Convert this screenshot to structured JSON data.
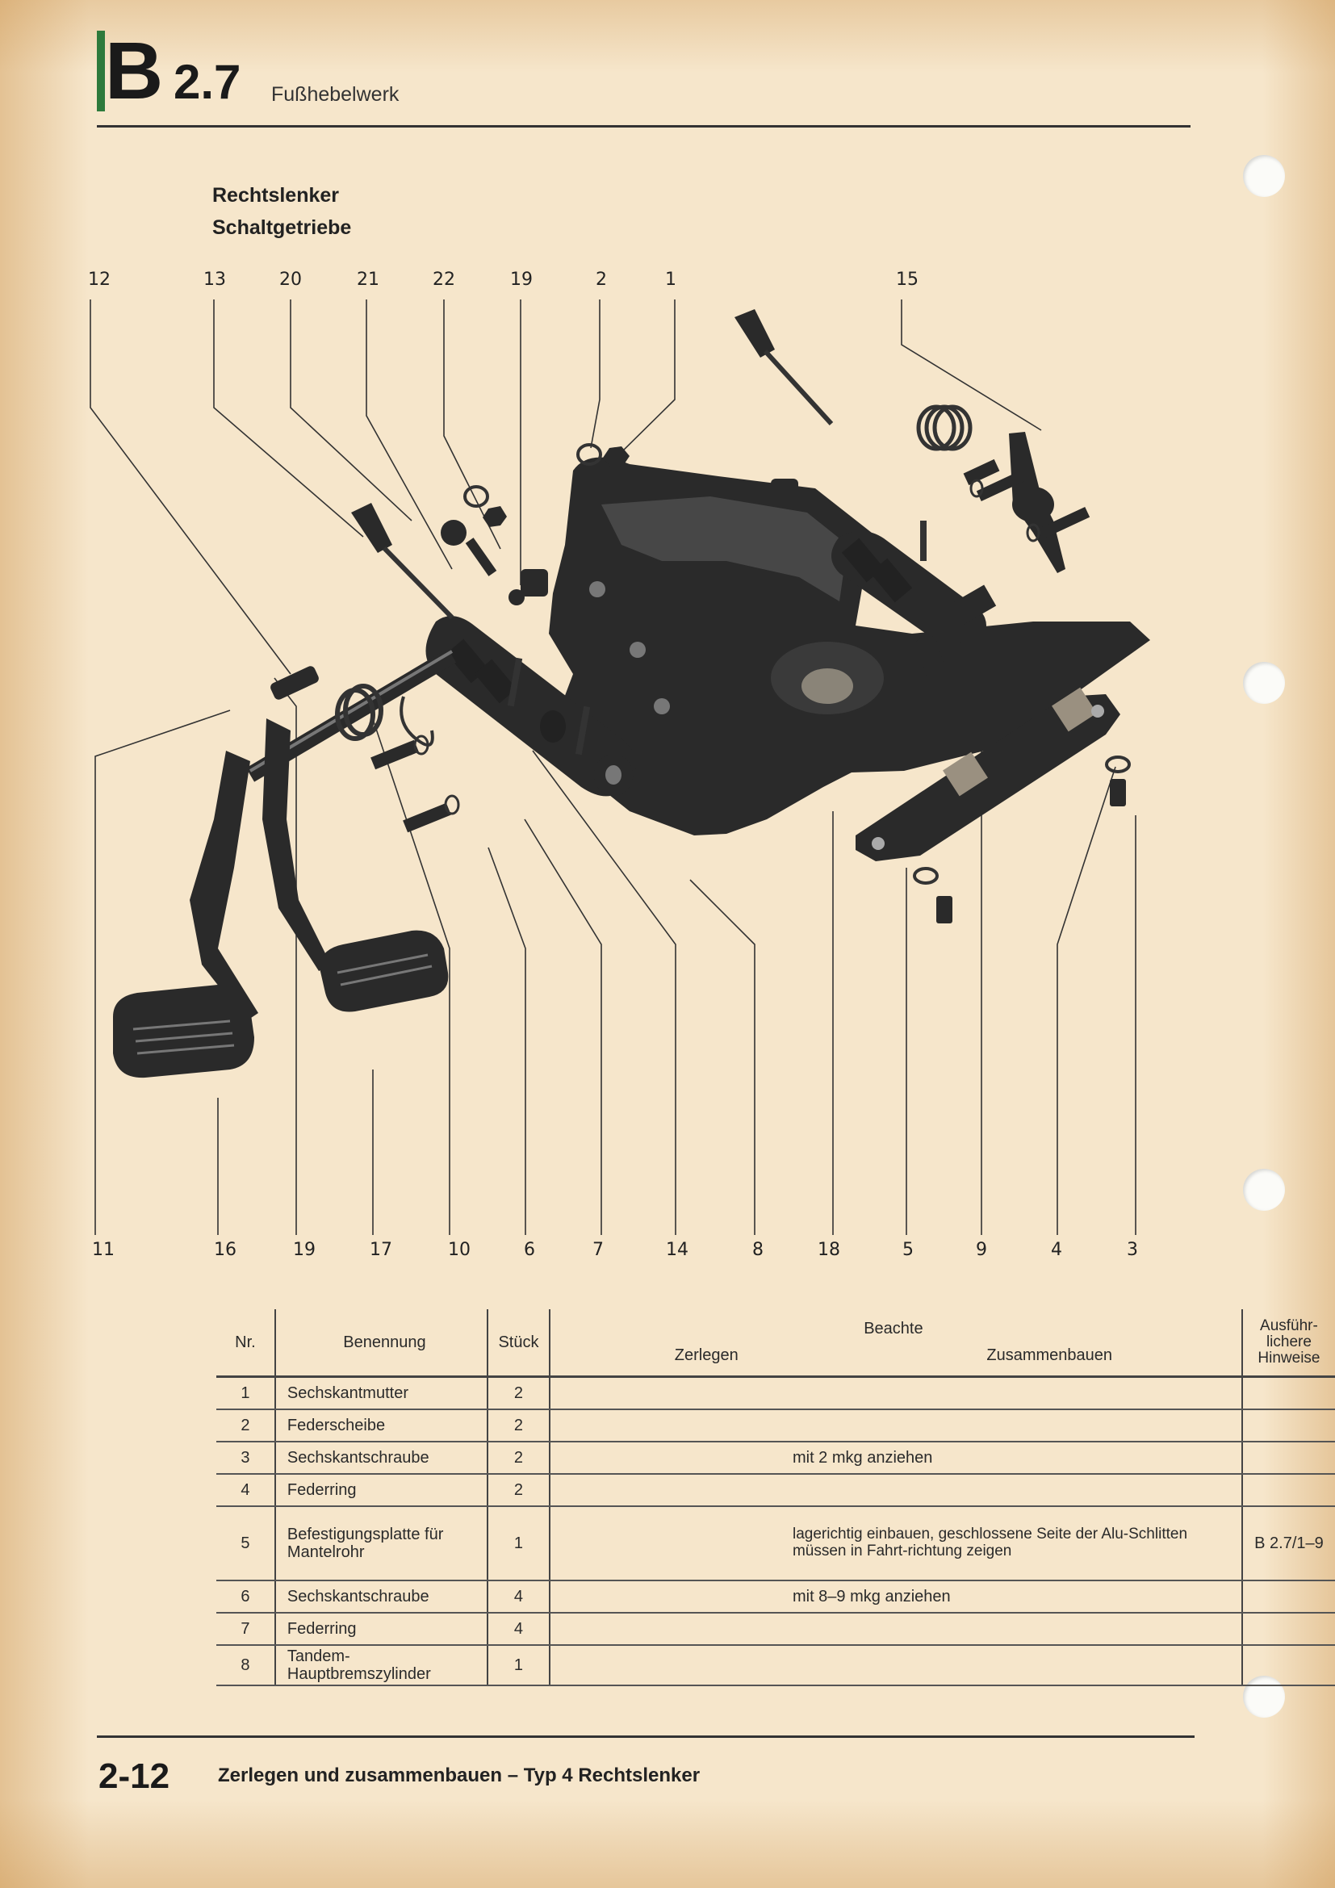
{
  "header": {
    "section_letter": "B",
    "section_number": "2.7",
    "section_title": "Fußhebelwerk"
  },
  "subheadings": [
    "Rechtslenker",
    "Schaltgetriebe"
  ],
  "diagram": {
    "top_callouts": [
      "12",
      "13",
      "20",
      "21",
      "22",
      "19",
      "2",
      "1",
      "15"
    ],
    "bottom_callouts": [
      "11",
      "16",
      "19",
      "17",
      "10",
      "6",
      "7",
      "14",
      "8",
      "18",
      "5",
      "9",
      "4",
      "3"
    ]
  },
  "table": {
    "headers": {
      "nr": "Nr.",
      "name": "Benennung",
      "qty": "Stück",
      "note": "Beachte",
      "disassemble": "Zerlegen",
      "assemble": "Zusammenbauen",
      "ref": "Ausführ-\nlichere\nHinweise"
    },
    "rows": [
      {
        "nr": "1",
        "name": "Sechskantmutter",
        "qty": "2",
        "note": "",
        "ref": ""
      },
      {
        "nr": "2",
        "name": "Federscheibe",
        "qty": "2",
        "note": "",
        "ref": ""
      },
      {
        "nr": "3",
        "name": "Sechskantschraube",
        "qty": "2",
        "note": "mit 2 mkg anziehen",
        "ref": ""
      },
      {
        "nr": "4",
        "name": "Federring",
        "qty": "2",
        "note": "",
        "ref": ""
      },
      {
        "nr": "5",
        "name": "Befestigungsplatte für Mantelrohr",
        "qty": "1",
        "note": "lagerichtig einbauen, geschlossene Seite der Alu-Schlitten müssen in Fahrt-richtung zeigen",
        "ref": "B 2.7/1–9"
      },
      {
        "nr": "6",
        "name": "Sechskantschraube",
        "qty": "4",
        "note": "mit 8–9 mkg anziehen",
        "ref": ""
      },
      {
        "nr": "7",
        "name": "Federring",
        "qty": "4",
        "note": "",
        "ref": ""
      },
      {
        "nr": "8",
        "name": "Tandem-Hauptbremszylinder",
        "qty": "1",
        "note": "",
        "ref": ""
      }
    ]
  },
  "footer": {
    "page_number": "2-12",
    "text": "Zerlegen und zusammenbauen – Typ 4 Rechtslenker"
  }
}
